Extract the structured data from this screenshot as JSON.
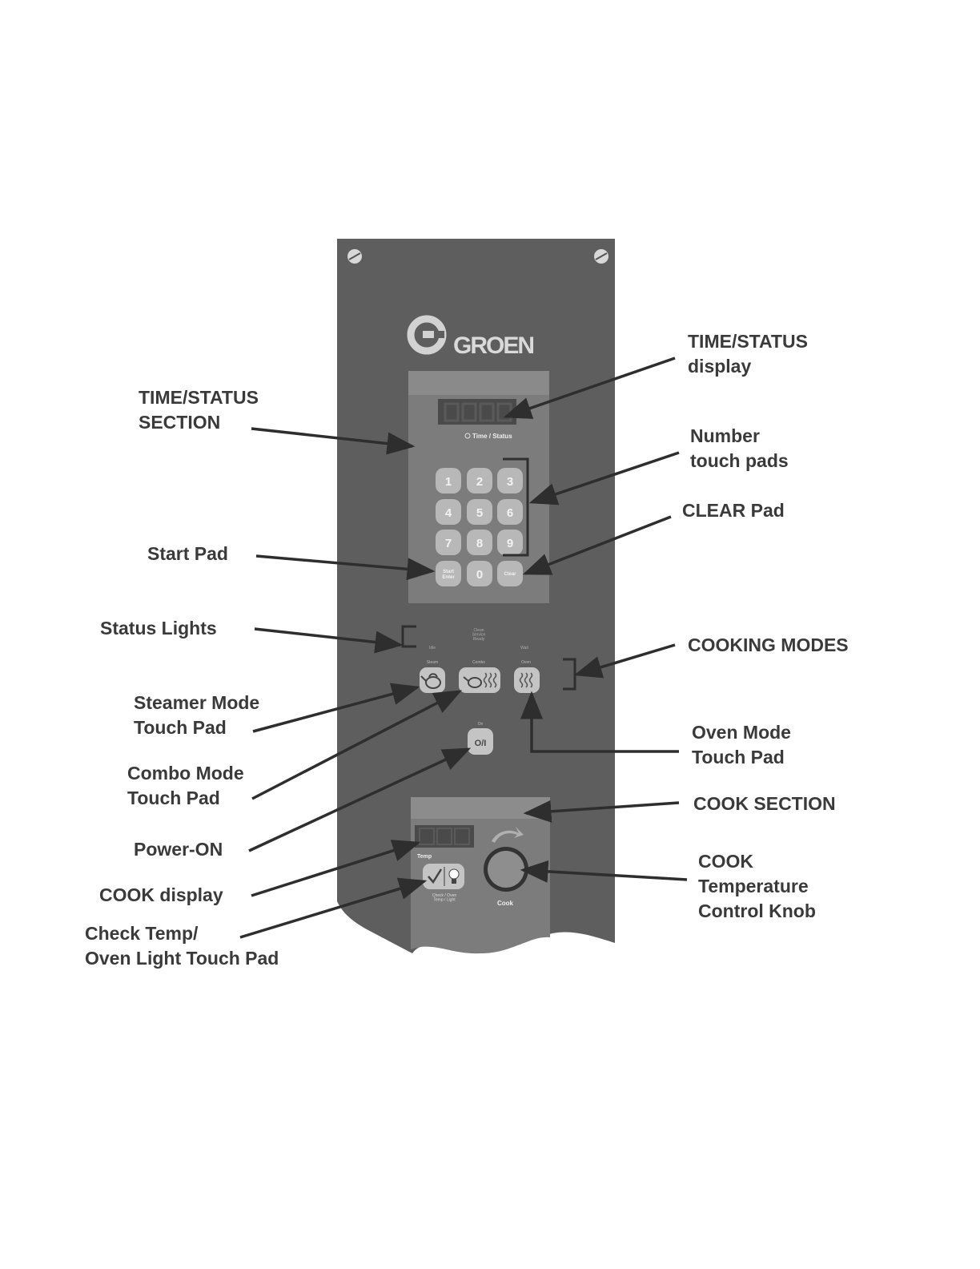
{
  "panel": {
    "brand": "GROEN",
    "section_labels": {
      "time_status": "Time / Status",
      "idle": "Idle",
      "clean_service": "Clean\nService\nReady",
      "wait": "Wait",
      "steam": "Steam",
      "combo": "Combo",
      "oven": "Oven",
      "on": "On",
      "power_symbol": "O/I",
      "temp": "Temp",
      "check_oven": "Check / Oven\nTemp / Light",
      "cook": "Cook"
    },
    "keypad": [
      "1",
      "2",
      "3",
      "4",
      "5",
      "6",
      "7",
      "8",
      "9",
      "Start\nEnter",
      "0",
      "Clear"
    ]
  },
  "callouts": {
    "time_status_section": "TIME/STATUS\nSECTION",
    "time_status_display": "TIME/STATUS\ndisplay",
    "number_touch_pads": "Number\ntouch pads",
    "clear_pad": "CLEAR Pad",
    "start_pad": "Start Pad",
    "status_lights": "Status Lights",
    "cooking_modes": "COOKING MODES",
    "steamer_mode": "Steamer Mode\nTouch Pad",
    "oven_mode": "Oven Mode\nTouch Pad",
    "combo_mode": "Combo Mode\nTouch Pad",
    "cook_section": "COOK SECTION",
    "power_on": "Power-ON",
    "cook_display": "COOK display",
    "cook_knob": "COOK\nTemperature\nControl Knob",
    "check_temp": "Check Temp/\nOven Light Touch Pad"
  },
  "colors": {
    "panel": "#5c5c5c",
    "section": "#7a7a7a",
    "key": "#b6b6b6",
    "arrow": "#333333"
  }
}
